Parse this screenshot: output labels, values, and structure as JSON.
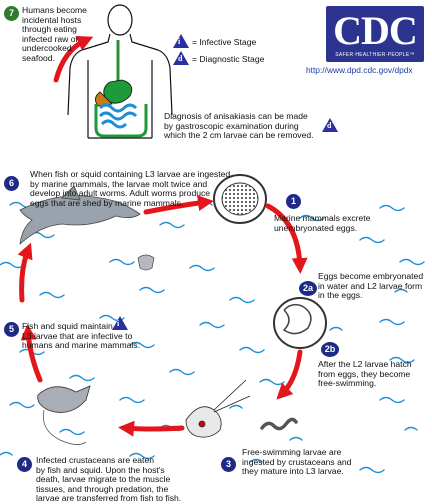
{
  "colors": {
    "accent_blue": "#2b2fa0",
    "arrow_red": "#e3161b",
    "badge_purple": "#1f2a86",
    "badge_green": "#2f7a2f",
    "water_blue": "#1d8fd6"
  },
  "logo": {
    "text": "CDC",
    "tagline": "SAFER·HEALTHIER·PEOPLE™",
    "url": "http://www.dpd.cdc.gov/dpdx"
  },
  "legend": {
    "infective": "= Infective Stage",
    "diagnostic": "= Diagnostic Stage",
    "infective_symbol": "i",
    "diagnostic_symbol": "d"
  },
  "diagnosis_note": "Diagnosis of anisakiasis can be made\nby gastroscopic examination during\nwhich the 2 cm larvae can be removed.",
  "steps": [
    {
      "num": "7",
      "text": "Humans become\nincidental hosts\nthrough eating\ninfected raw or\nundercooked\nseafood."
    },
    {
      "num": "1",
      "text": "Marine mammals excrete\nunembryonated eggs."
    },
    {
      "num": "2a",
      "text": "Eggs become embryonated\nin water and L2 larvae form\nin the eggs."
    },
    {
      "num": "2b",
      "text": "After the L2 larvae hatch\nfrom eggs, they become\nfree-swimming."
    },
    {
      "num": "3",
      "text": "Free-swimming larvae are\ningested by crustaceans and\nthey mature into L3 larvae."
    },
    {
      "num": "4",
      "text": "Infected crustaceans are eaten\nby fish and squid.  Upon the host's\ndeath, larvae migrate to the muscle\ntissues, and through predation, the\nlarvae are transferred from fish to fish."
    },
    {
      "num": "5",
      "text": "Fish and squid maintain\nL3 larvae that are infective to\nhumans and marine mammals."
    },
    {
      "num": "6",
      "text": "When fish or squid containing L3 larvae are ingested\nby marine mammals, the larvae molt twice and\ndevelop into adult worms.  Adult worms produce\neggs that are shed by marine mammals."
    }
  ]
}
